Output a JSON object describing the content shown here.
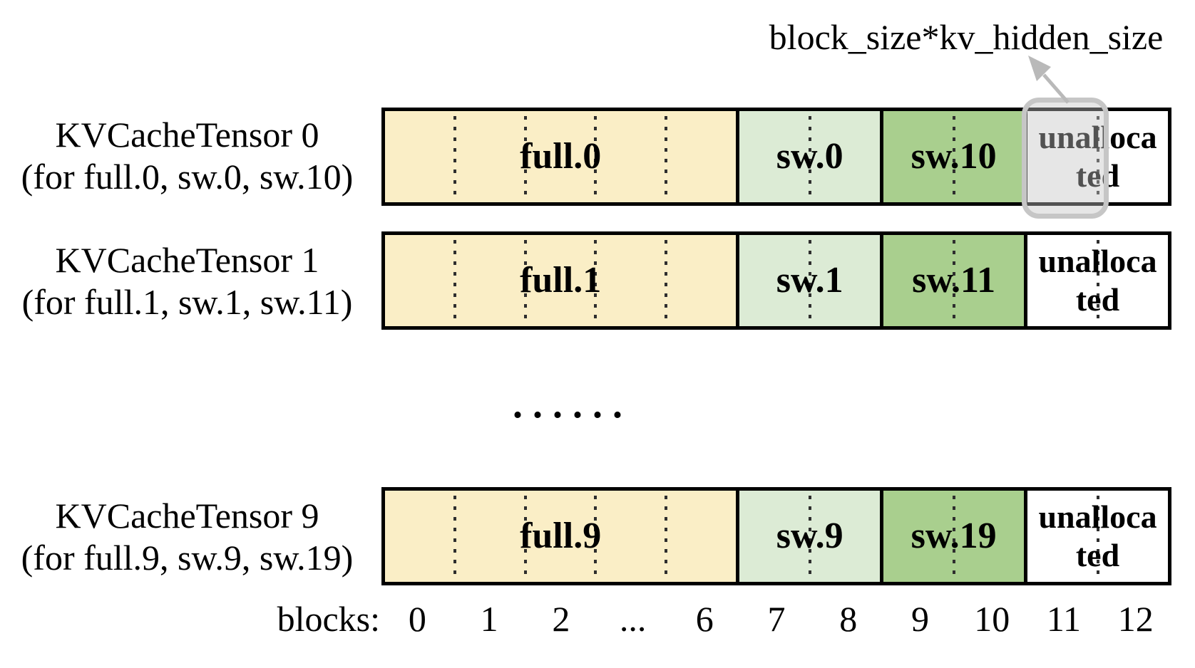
{
  "annotation": {
    "label": "block_size*kv_hidden_size"
  },
  "rows": [
    {
      "title": "KVCacheTensor 0",
      "subtitle": "(for full.0, sw.0, sw.10)",
      "full_label": "full.0",
      "sw_label": "sw.0",
      "sw2_label": "sw.10",
      "unallocated_line1": "unalloca",
      "unallocated_line2": "ted"
    },
    {
      "title": "KVCacheTensor 1",
      "subtitle": "(for full.1, sw.1, sw.11)",
      "full_label": "full.1",
      "sw_label": "sw.1",
      "sw2_label": "sw.11",
      "unallocated_line1": "unalloca",
      "unallocated_line2": "ted"
    },
    {
      "title": "KVCacheTensor 9",
      "subtitle": "(for full.9, sw.9, sw.19)",
      "full_label": "full.9",
      "sw_label": "sw.9",
      "sw2_label": "sw.19",
      "unallocated_line1": "unalloca",
      "unallocated_line2": "ted"
    }
  ],
  "middle": {
    "ellipsis": "......"
  },
  "axis": {
    "label": "blocks:",
    "ticks": [
      "0",
      "1",
      "2",
      "...",
      "6",
      "7",
      "8",
      "9",
      "10",
      "11",
      "12"
    ]
  },
  "colors": {
    "seg-full": "#faeec6",
    "seg-sw": "#dcebd5",
    "seg-sw2": "#a9cf8e",
    "highlight-border": "#c6c6c6",
    "arrow": "#b9b9b9"
  }
}
